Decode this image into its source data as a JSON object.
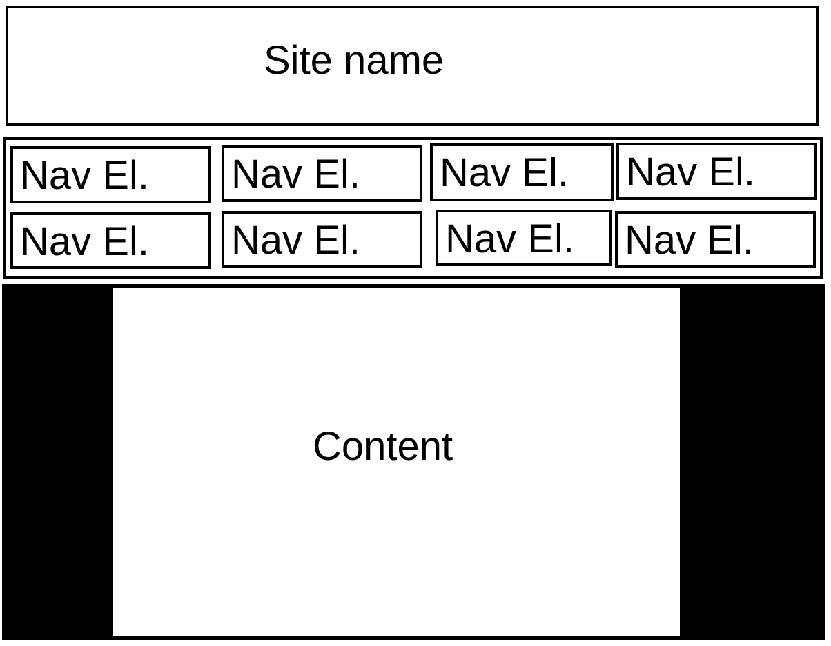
{
  "header": {
    "site_name": "Site name"
  },
  "nav": {
    "items": [
      {
        "label": "Nav El."
      },
      {
        "label": "Nav El."
      },
      {
        "label": "Nav El."
      },
      {
        "label": "Nav El."
      },
      {
        "label": "Nav El."
      },
      {
        "label": "Nav El."
      },
      {
        "label": "Nav El."
      },
      {
        "label": "Nav El."
      }
    ]
  },
  "main": {
    "content_label": "Content"
  }
}
